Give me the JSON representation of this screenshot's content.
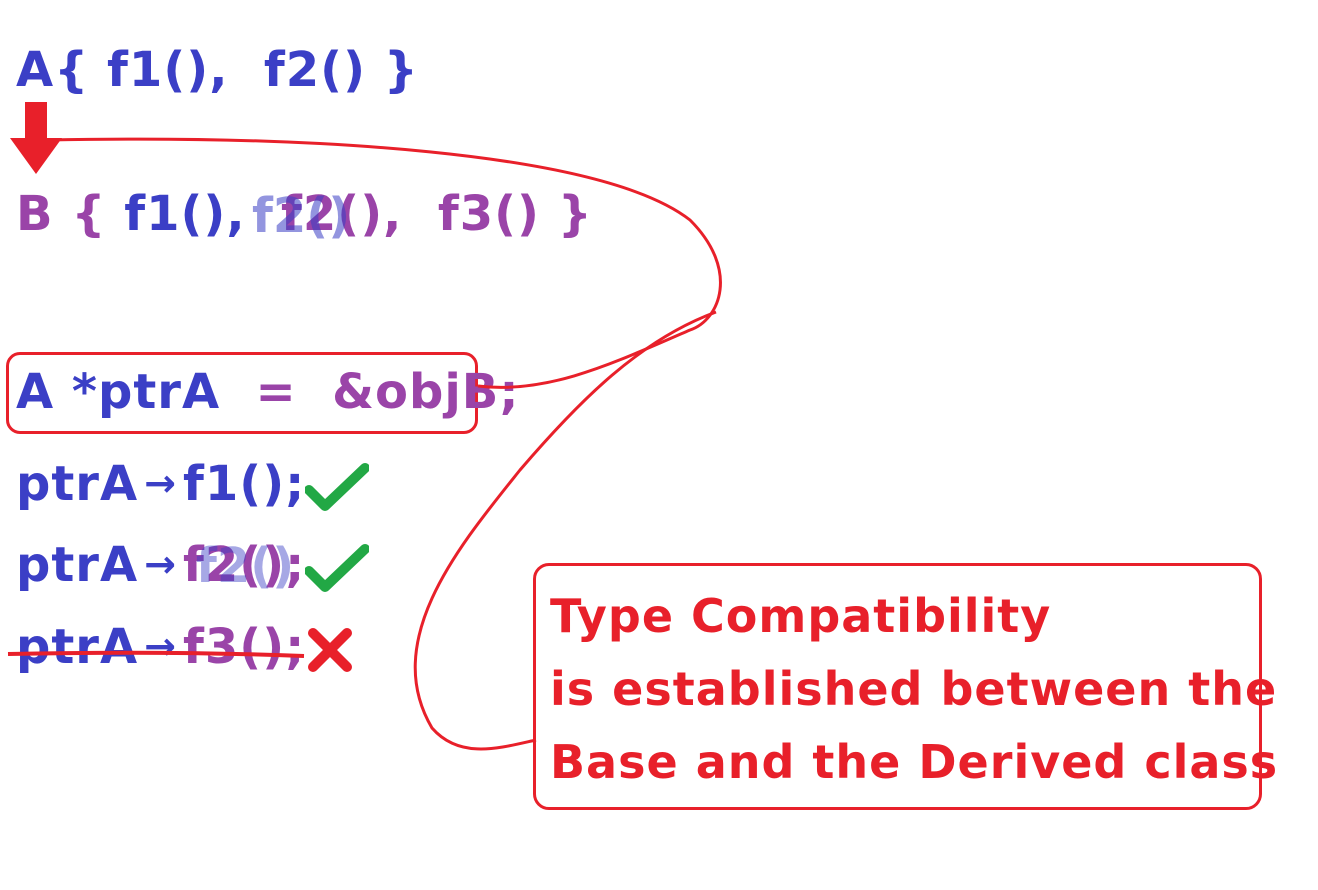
{
  "code": {
    "class_a": {
      "name": "A",
      "open": "{",
      "members": [
        "f1(),",
        "f2()"
      ],
      "close": "}"
    },
    "class_b": {
      "name": "B",
      "open": "{",
      "members": [
        "f1(),",
        "f2(),",
        "f3()"
      ],
      "close": "}"
    },
    "assignment": {
      "lhs": "A *ptrA",
      "op": "=",
      "rhs": "&objB;"
    },
    "calls": [
      {
        "object": "ptrA",
        "arrow": "→",
        "method": "f1();",
        "result": "check-icon",
        "struck": false
      },
      {
        "object": "ptrA",
        "arrow": "→",
        "method": "f2();",
        "result": "check-icon",
        "struck": false
      },
      {
        "object": "ptrA",
        "arrow": "→",
        "method": "f3();",
        "result": "cross-icon",
        "struck": true
      }
    ]
  },
  "note": {
    "lines": [
      "Type Compatibility",
      "is established between the",
      "Base and the Derived class"
    ]
  },
  "colors": {
    "base_class": "#3b3fc6",
    "derived_class": "#9a44a8",
    "annotation": "#e8202a",
    "valid": "#22a845"
  }
}
